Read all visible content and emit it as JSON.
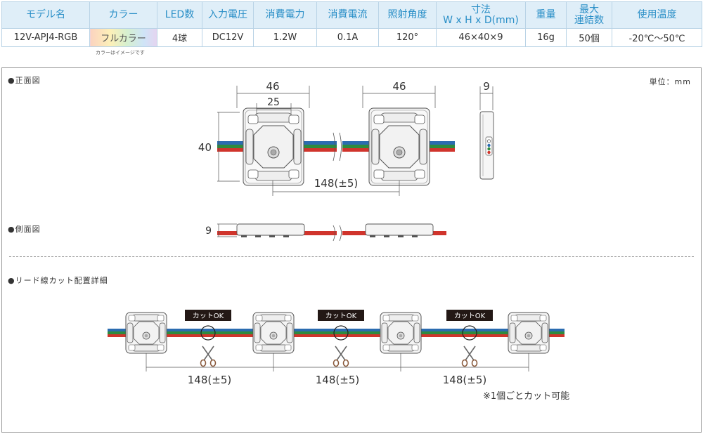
{
  "spec": {
    "headers": {
      "model": "モデル名",
      "color": "カラー",
      "led": "LED数",
      "voltage": "入力電圧",
      "power": "消費電力",
      "current": "消費電流",
      "angle": "照射角度",
      "size_l1": "寸法",
      "size_l2": "W x H x D(mm)",
      "weight": "重量",
      "conn_l1": "最大",
      "conn_l2": "連結数",
      "temp": "使用温度"
    },
    "values": {
      "model": "12V-APJ4-RGB",
      "color": "フルカラー",
      "led": "4球",
      "voltage": "DC12V",
      "power": "1.2W",
      "current": "0.1A",
      "angle": "120°",
      "size": "46×40×9",
      "weight": "16g",
      "conn": "50個",
      "temp": "-20℃〜50℃"
    },
    "color_note": "カラーはイメージです"
  },
  "drawing": {
    "front_label": "●正面図",
    "side_label": "●側面図",
    "cut_label": "●リード線カット配置詳細",
    "unit": "単位：mm",
    "dims": {
      "width": "46",
      "inner": "25",
      "height": "40",
      "depth": "9",
      "pitch": "148(±5)"
    },
    "cut_ok": "カットOK",
    "note": "※1個ごとカット可能"
  },
  "colors": {
    "header_bg": "#dfeef8",
    "header_text": "#2a8fc7",
    "wire_blue": "#2b6cb0",
    "wire_green": "#2e8b3e",
    "wire_red": "#d0342c"
  }
}
